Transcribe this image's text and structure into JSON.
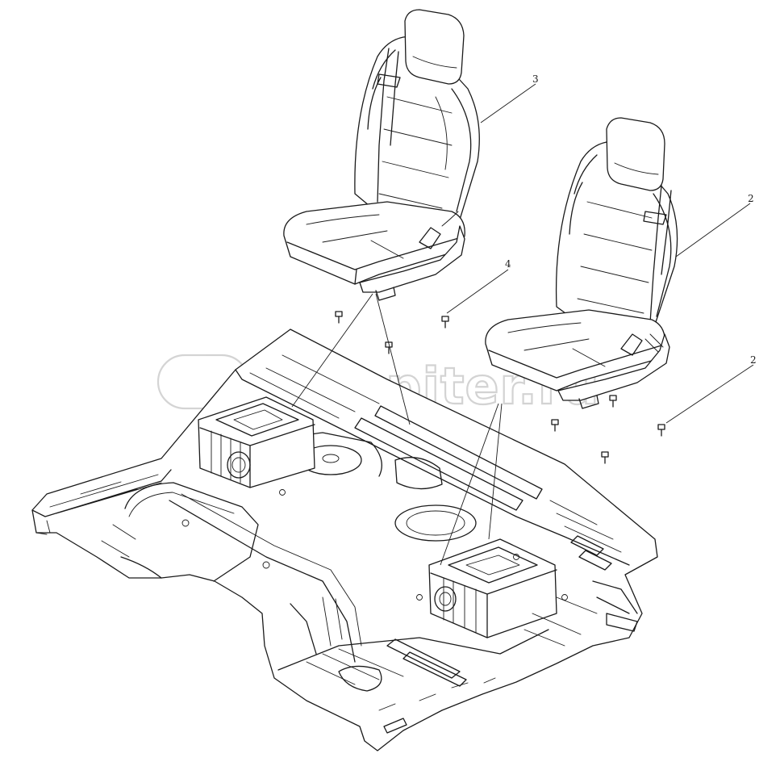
{
  "callouts": [
    {
      "id": "seat-left",
      "label": "3"
    },
    {
      "id": "seat-right",
      "label": "2"
    },
    {
      "id": "fastener",
      "label": "4"
    },
    {
      "id": "bolt",
      "label": "2"
    }
  ],
  "watermark": "autopiter.ru",
  "parts": [
    "driver-seat",
    "passenger-seat",
    "cab-floor-panel",
    "mounting-bolts"
  ]
}
